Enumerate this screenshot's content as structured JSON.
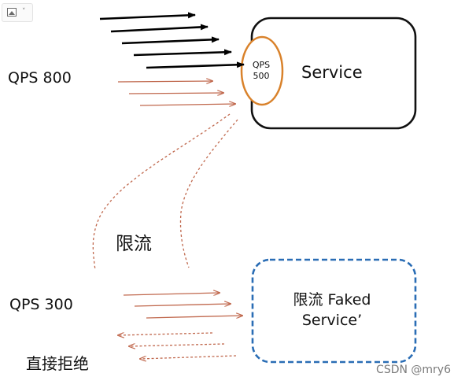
{
  "toolbar": {
    "icon": "image-icon",
    "caret": "˅"
  },
  "service": {
    "title": "Service",
    "qps_label": "QPS",
    "qps_value": "500"
  },
  "labels": {
    "qps_in": "QPS 800",
    "rate_limit": "限流",
    "qps_overflow": "QPS 300",
    "reject": "直接拒绝"
  },
  "faked_service": {
    "line1": "限流 Faked",
    "line2": "Service’"
  },
  "watermark": "CSDN @mry6",
  "colors": {
    "black_arrow": "#000000",
    "red_arrow": "#c0684d",
    "circle": "#d9822b",
    "dashed_box": "#2a6db5"
  }
}
